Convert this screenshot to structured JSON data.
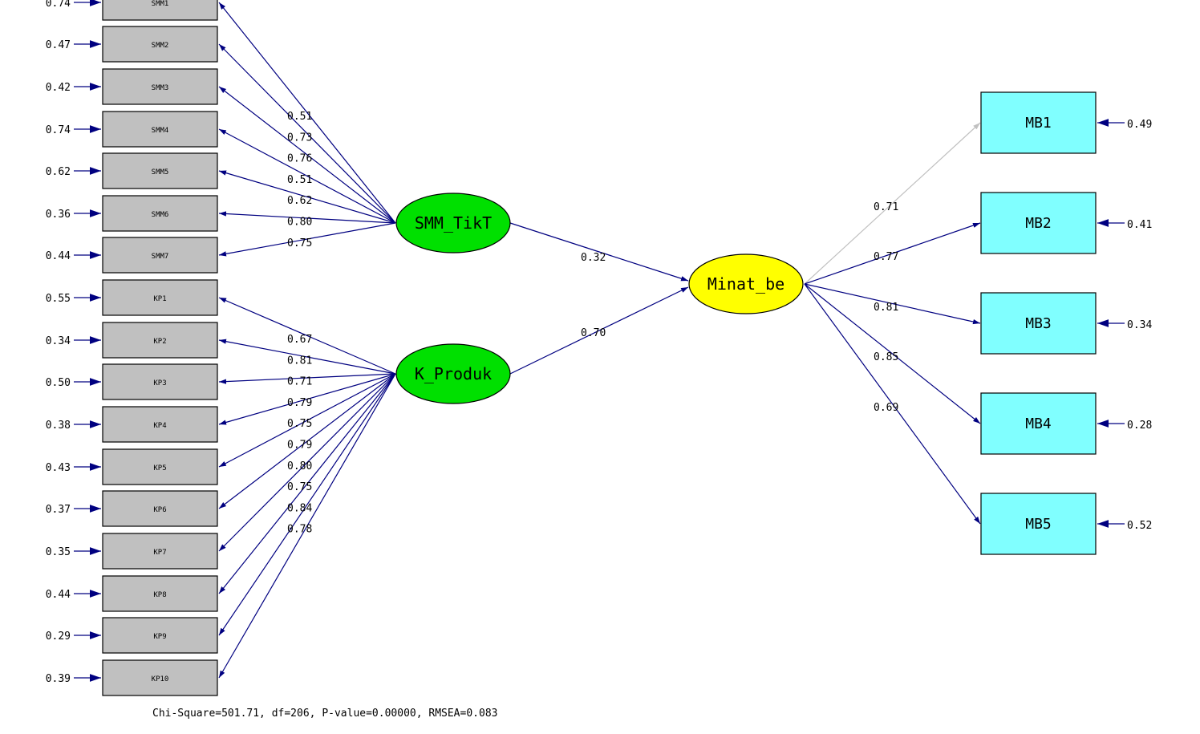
{
  "colors": {
    "edge": "#000080",
    "edge_muted": "#c0c0c0",
    "observed_left_fill": "#c0c0c0",
    "observed_right_fill": "#80ffff",
    "exogenous_fill": "#00e000",
    "endogenous_fill": "#ffff00",
    "text": "#000000"
  },
  "latents": {
    "smm": {
      "label": "SMM_TikT"
    },
    "kp": {
      "label": "K_Produk"
    },
    "mb": {
      "label": "Minat_be"
    }
  },
  "smm_indicators": [
    {
      "label": "SMM1",
      "error": "0.74",
      "loading": "0.51"
    },
    {
      "label": "SMM2",
      "error": "0.47",
      "loading": "0.73"
    },
    {
      "label": "SMM3",
      "error": "0.42",
      "loading": "0.76"
    },
    {
      "label": "SMM4",
      "error": "0.74",
      "loading": "0.51"
    },
    {
      "label": "SMM5",
      "error": "0.62",
      "loading": "0.62"
    },
    {
      "label": "SMM6",
      "error": "0.36",
      "loading": "0.80"
    },
    {
      "label": "SMM7",
      "error": "0.44",
      "loading": "0.75"
    }
  ],
  "kp_indicators": [
    {
      "label": "KP1",
      "error": "0.55",
      "loading": "0.67"
    },
    {
      "label": "KP2",
      "error": "0.34",
      "loading": "0.81"
    },
    {
      "label": "KP3",
      "error": "0.50",
      "loading": "0.71"
    },
    {
      "label": "KP4",
      "error": "0.38",
      "loading": "0.79"
    },
    {
      "label": "KP5",
      "error": "0.43",
      "loading": "0.75"
    },
    {
      "label": "KP6",
      "error": "0.37",
      "loading": "0.79"
    },
    {
      "label": "KP7",
      "error": "0.35",
      "loading": "0.80"
    },
    {
      "label": "KP8",
      "error": "0.44",
      "loading": "0.75"
    },
    {
      "label": "KP9",
      "error": "0.29",
      "loading": "0.84"
    },
    {
      "label": "KP10",
      "error": "0.39",
      "loading": "0.78"
    }
  ],
  "mb_indicators": [
    {
      "label": "MB1",
      "error": "0.49",
      "loading": "0.71"
    },
    {
      "label": "MB2",
      "error": "0.41",
      "loading": "0.77"
    },
    {
      "label": "MB3",
      "error": "0.34",
      "loading": "0.81"
    },
    {
      "label": "MB4",
      "error": "0.28",
      "loading": "0.85"
    },
    {
      "label": "MB5",
      "error": "0.52",
      "loading": "0.69"
    }
  ],
  "paths": {
    "smm_to_mb": "0.32",
    "kp_to_mb": "0.70"
  },
  "fit_stats": "Chi-Square=501.71, df=206, P-value=0.00000, RMSEA=0.083"
}
